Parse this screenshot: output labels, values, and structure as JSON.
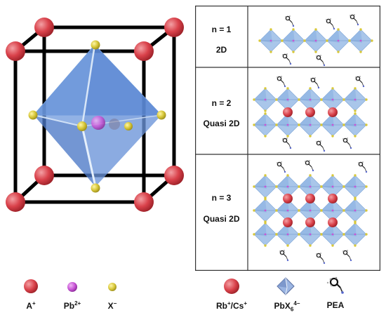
{
  "table": {
    "rows": [
      {
        "n": "n = 1",
        "kind": "2D"
      },
      {
        "n": "n = 2",
        "kind": "Quasi 2D"
      },
      {
        "n": "n = 3",
        "kind": "Quasi 2D"
      }
    ]
  },
  "legend": {
    "a_plus": {
      "base": "A",
      "sup": "+"
    },
    "pb": {
      "base": "Pb",
      "sup": "2+"
    },
    "x_minus": {
      "base": "X",
      "sup": "−"
    },
    "rb_cs": {
      "base1": "Rb",
      "sup1": "+",
      "mid": "/Cs",
      "sup2": "+"
    },
    "pbx6": {
      "base": "PbX",
      "sub": "6",
      "sup": "4−"
    },
    "pea": {
      "text": "PEA"
    }
  },
  "colors": {
    "a_site": "#d9414a",
    "pb_site": "#c855d6",
    "x_site": "#d8c83a",
    "octahedron": "#5f8fd6",
    "octahedron_light": "#a9c6ea",
    "frame": "#000000"
  }
}
